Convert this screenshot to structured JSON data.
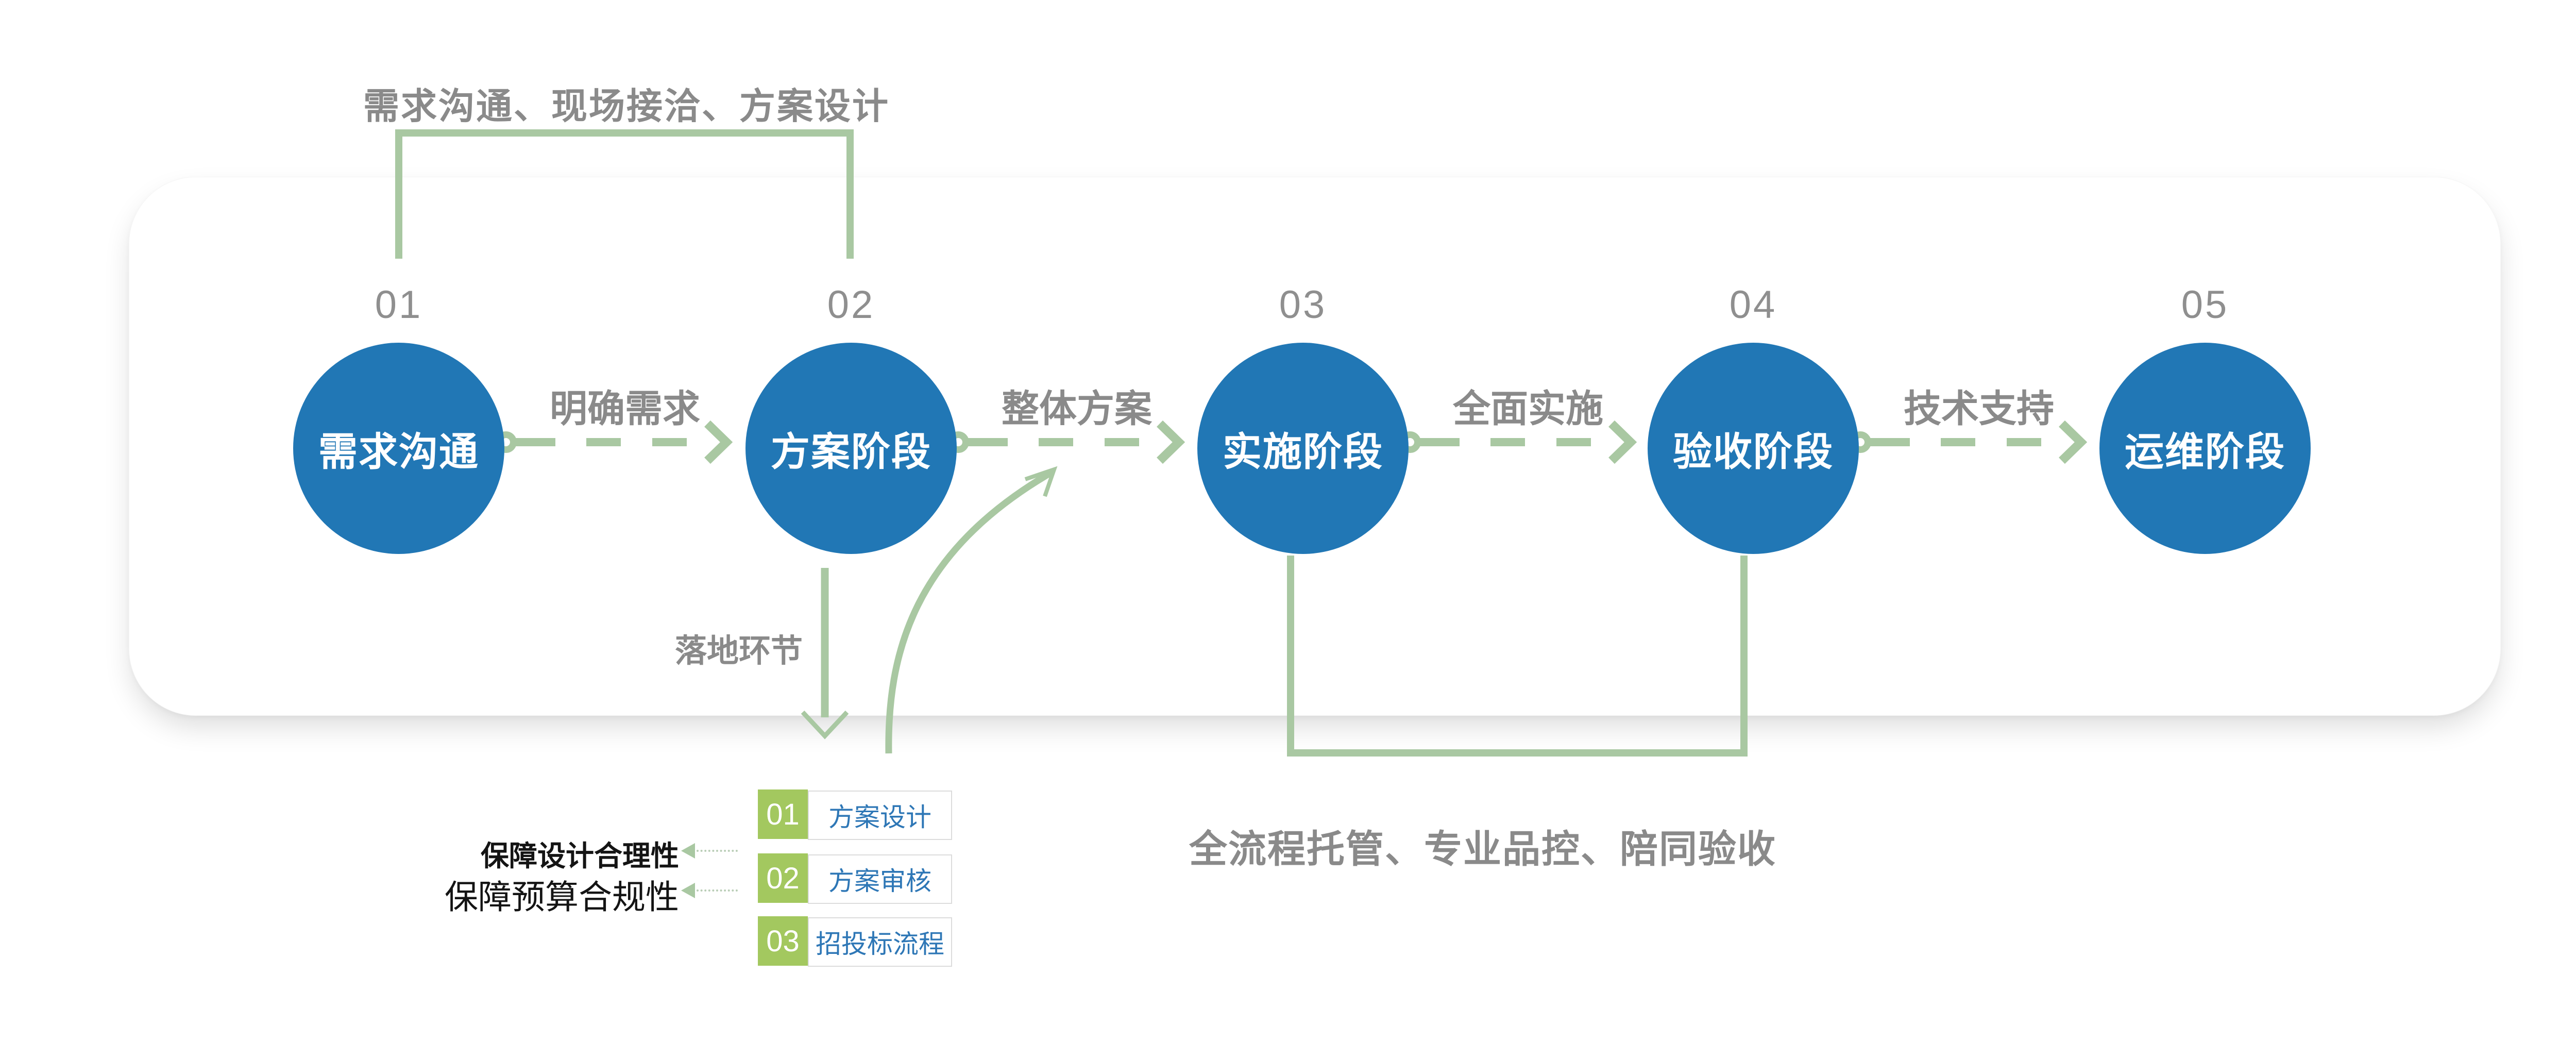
{
  "annotations": {
    "top": "需求沟通、现场接洽、方案设计",
    "bottom": "全流程托管、专业品控、陪同验收"
  },
  "stages": [
    {
      "number": "01",
      "label": "需求沟通"
    },
    {
      "number": "02",
      "label": "方案阶段"
    },
    {
      "number": "03",
      "label": "实施阶段"
    },
    {
      "number": "04",
      "label": "验收阶段"
    },
    {
      "number": "05",
      "label": "运维阶段"
    }
  ],
  "flow_labels": [
    "明确需求",
    "整体方案",
    "全面实施",
    "技术支持"
  ],
  "landing": {
    "title": "落地环节",
    "items": [
      {
        "number": "01",
        "label": "方案设计"
      },
      {
        "number": "02",
        "label": "方案审核"
      },
      {
        "number": "03",
        "label": "招投标流程"
      }
    ]
  },
  "side_notes": [
    "保障设计合理性",
    "保障预算合规性"
  ],
  "colors": {
    "stage_circle_blue": "#2177b5",
    "connector_sage_green": "#a9c8a2",
    "list_square_green": "#a3c85f",
    "list_text_blue": "#2e77b6",
    "grey_text": "#8a8a8a",
    "black_text": "#141414",
    "card_background": "#ffffff"
  }
}
